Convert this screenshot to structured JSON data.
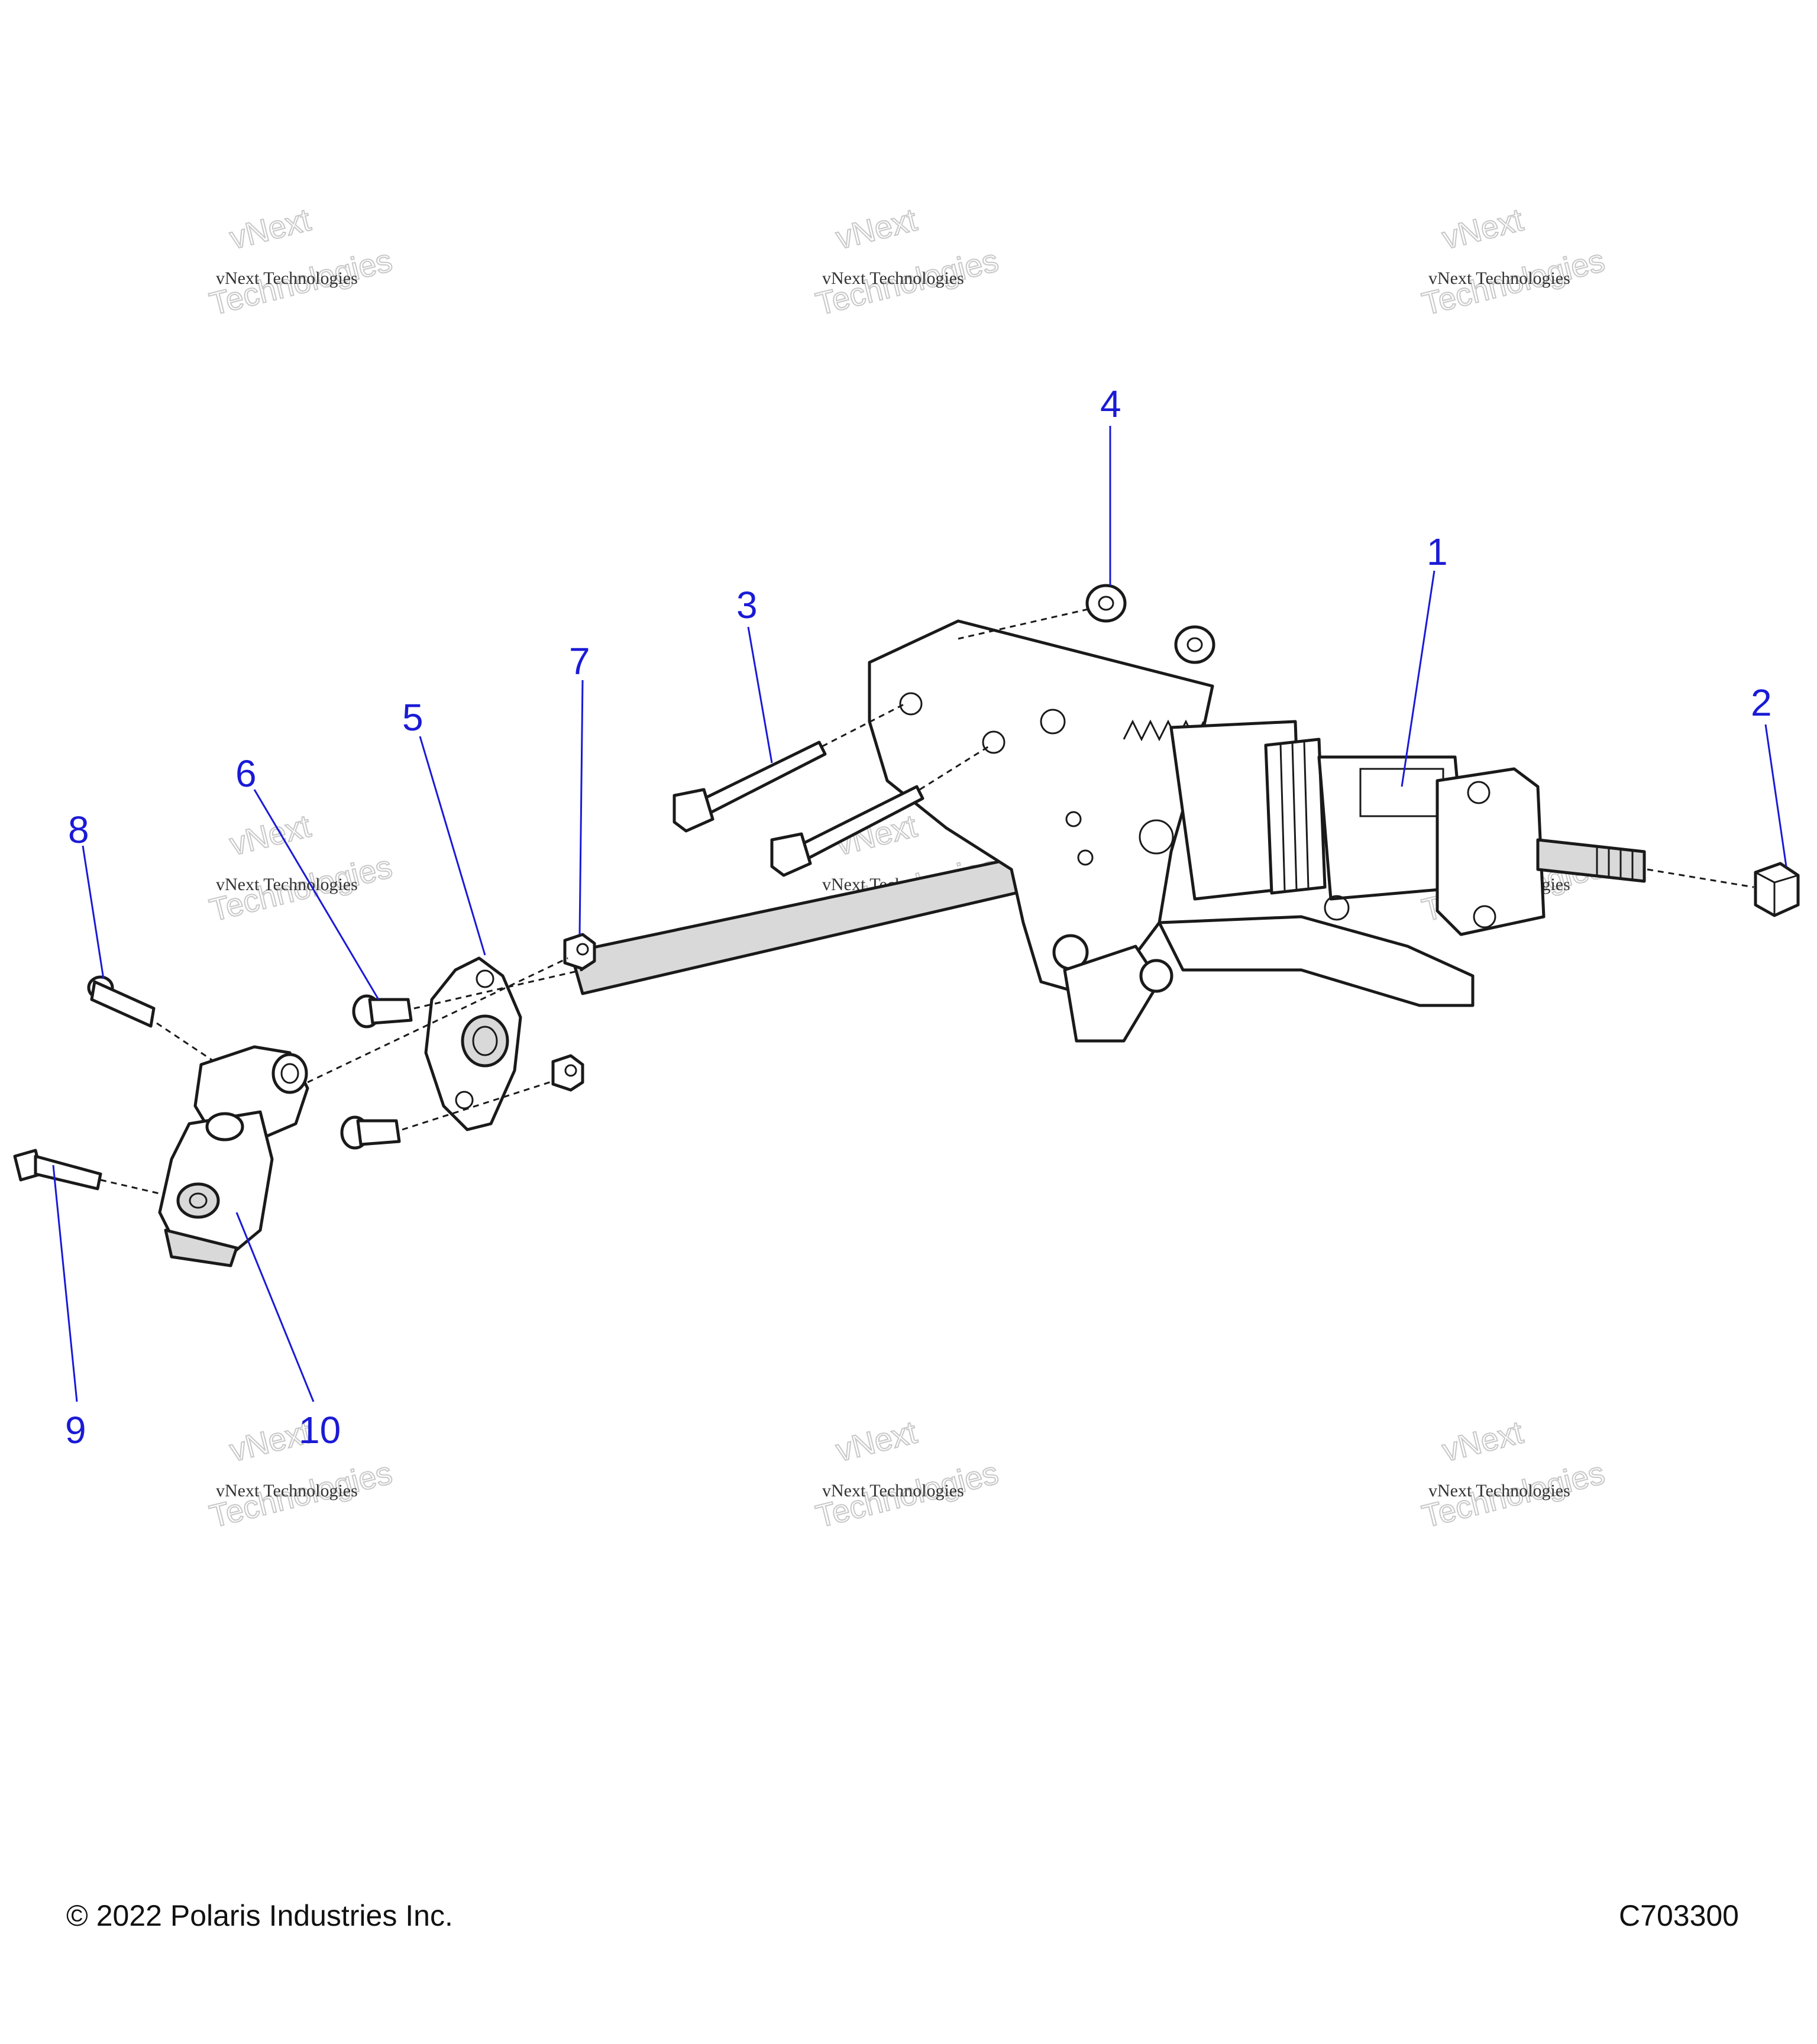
{
  "callouts": [
    "1",
    "2",
    "3",
    "4",
    "5",
    "6",
    "7",
    "8",
    "9",
    "10"
  ],
  "watermark": {
    "line1": "vNext Technologies",
    "line2": "vNext",
    "line3": "Technologies"
  },
  "footer": {
    "copyright": "© 2022 Polaris Industries Inc.",
    "figure_code": "C703300"
  },
  "colors": {
    "callout": "#1a1ad6",
    "line": "#1a1a1a",
    "shade": "#d9d9d9"
  }
}
